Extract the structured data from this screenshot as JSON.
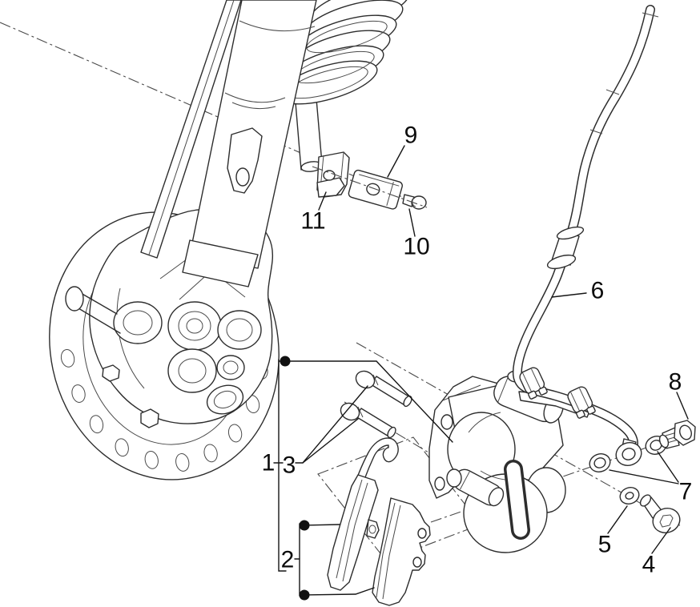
{
  "diagram": {
    "figure_type": "exploded-parts-line-drawing",
    "background": "#ffffff",
    "stroke_color": "#2d2d2d",
    "label_color": "#0c0c0c",
    "labels": [
      {
        "id": "callout-1",
        "text": "1"
      },
      {
        "id": "callout-2",
        "text": "2"
      },
      {
        "id": "callout-3",
        "text": "3"
      },
      {
        "id": "callout-4",
        "text": "4"
      },
      {
        "id": "callout-5",
        "text": "5"
      },
      {
        "id": "callout-6",
        "text": "6"
      },
      {
        "id": "callout-7",
        "text": "7"
      },
      {
        "id": "callout-8",
        "text": "8"
      },
      {
        "id": "callout-9",
        "text": "9"
      },
      {
        "id": "callout-10",
        "text": "10"
      },
      {
        "id": "callout-11",
        "text": "11"
      }
    ]
  }
}
